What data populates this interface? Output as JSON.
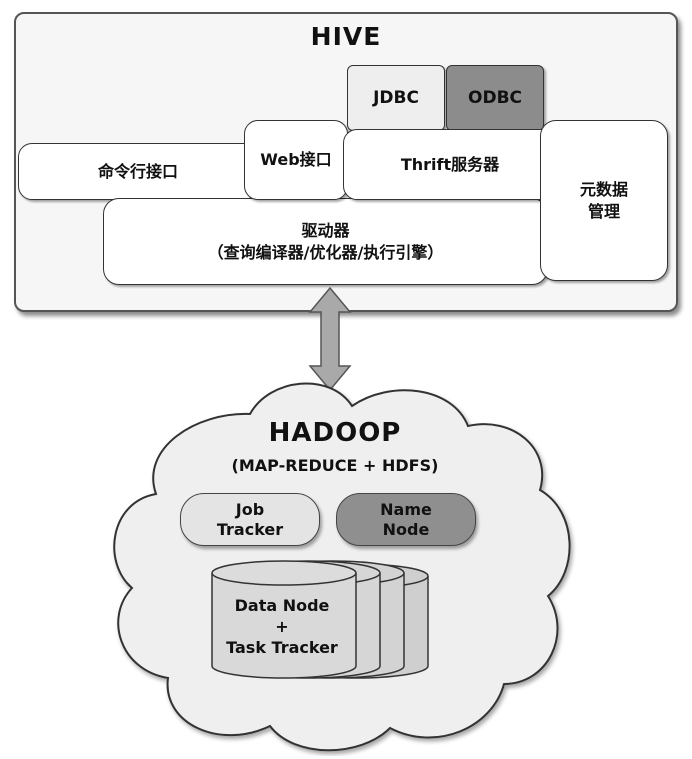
{
  "hive": {
    "title": "HIVE",
    "jdbc": "JDBC",
    "odbc": "ODBC",
    "cli": "命令行接口",
    "web": "Web接口",
    "thrift": "Thrift服务器",
    "driver_line1": "驱动器",
    "driver_line2": "（查询编译器/优化器/执行引擎）",
    "meta_line1": "元数据",
    "meta_line2": "管理"
  },
  "hadoop": {
    "title": "HADOOP",
    "subtitle": "(MAP-REDUCE + HDFS)",
    "job_tracker_line1": "Job",
    "job_tracker_line2": "Tracker",
    "name_node_line1": "Name",
    "name_node_line2": "Node",
    "data_node_line1": "Data Node",
    "data_node_line2": "+",
    "data_node_line3": "Task Tracker"
  },
  "colors": {
    "dark_box": "#8c8c8c",
    "light_box": "#eeeeee",
    "cloud_fill": "#efefef"
  }
}
